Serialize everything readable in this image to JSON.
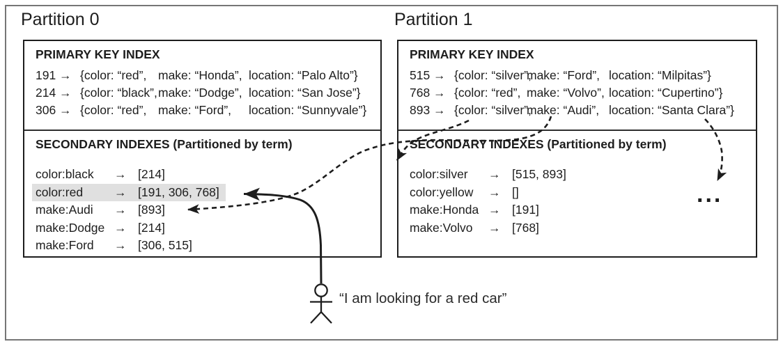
{
  "symbols": {
    "arrow": "→",
    "ellipsis": "..."
  },
  "colors": {
    "ink": "#1d1d1d",
    "highlight": "#e0e0e0",
    "outer_border": "#767676"
  },
  "p0": {
    "title": "Partition 0",
    "primary_header": "PRIMARY KEY INDEX",
    "primary_rows": [
      {
        "id": "191",
        "color": "{color: “red”,",
        "make": "make: “Honda”,",
        "location": "location: “Palo Alto”}"
      },
      {
        "id": "214",
        "color": "{color: “black”,",
        "make": "make: “Dodge”,",
        "location": "location: “San Jose”}"
      },
      {
        "id": "306",
        "color": "{color: “red”,",
        "make": "make: “Ford”,",
        "location": "location: “Sunnyvale”}"
      }
    ],
    "secondary_header": "SECONDARY INDEXES (Partitioned by term)",
    "secondary_rows": [
      {
        "term": "color:black",
        "list": "[214]",
        "highlight": false
      },
      {
        "term": "color:red",
        "list": "[191, 306, 768]",
        "highlight": true
      },
      {
        "term": "make:Audi",
        "list": "[893]",
        "highlight": false
      },
      {
        "term": "make:Dodge",
        "list": "[214]",
        "highlight": false
      },
      {
        "term": "make:Ford",
        "list": "[306, 515]",
        "highlight": false
      }
    ]
  },
  "p1": {
    "title": "Partition 1",
    "primary_header": "PRIMARY KEY INDEX",
    "primary_rows": [
      {
        "id": "515",
        "color": "{color: “silver”,",
        "make": "make: “Ford”,",
        "location": "location: “Milpitas”}"
      },
      {
        "id": "768",
        "color": "{color: “red”,",
        "make": "make: “Volvo”,",
        "location": "location: “Cupertino”}"
      },
      {
        "id": "893",
        "color": "{color: “silver”,",
        "make": "make: “Audi”,",
        "location": "location: “Santa Clara”}"
      }
    ],
    "secondary_header": "SECONDARY INDEXES (Partitioned by term)",
    "secondary_rows": [
      {
        "term": "color:silver",
        "list": "[515, 893]",
        "highlight": false
      },
      {
        "term": "color:yellow",
        "list": "[]",
        "highlight": false
      },
      {
        "term": "make:Honda",
        "list": "[191]",
        "highlight": false
      },
      {
        "term": "make:Volvo",
        "list": "[768]",
        "highlight": false
      }
    ]
  },
  "user_quote": "“I am looking for a red car”",
  "arrows": {
    "user_query": {
      "style": "solid",
      "from": "user figure",
      "to": "partition 0 color:red posting list"
    },
    "term_make_audi": {
      "style": "dashed",
      "from": "partition 1 record 893 make:“Audi”",
      "to": "partition 0 make:Audi posting list"
    },
    "term_color_silver": {
      "style": "dashed",
      "from": "partition 1 record 893 color:“silver”",
      "to": "partition 1 secondary index"
    },
    "term_location": {
      "style": "dashed",
      "from": "partition 1 record 893 location:“Santa Clara”",
      "to": "other partitions (ellipsis)"
    }
  }
}
